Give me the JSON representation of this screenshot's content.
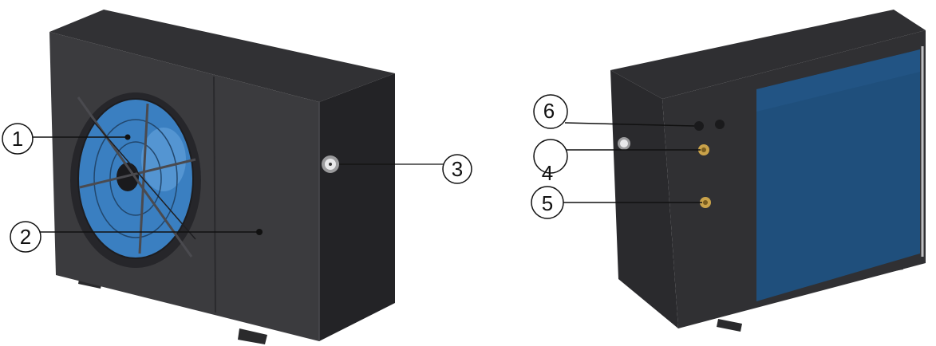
{
  "colors": {
    "background": "#ffffff",
    "casing_front": "#3a3a3d",
    "casing_side": "#2b2b2e",
    "casing_top": "#303033",
    "fan_blue": "#3a7fc1",
    "coil_blue": "#1f4f7c",
    "leader_line": "#111111",
    "fitting_brass": "#c9a24a"
  },
  "units": [
    {
      "name": "front-view",
      "label": ""
    },
    {
      "name": "rear-view",
      "label": ""
    }
  ],
  "callouts": [
    {
      "id": "c1",
      "number": "1",
      "target": "fan"
    },
    {
      "id": "c2",
      "number": "2",
      "target": "front-panel"
    },
    {
      "id": "c3",
      "number": "3",
      "target": "pressure-gauge"
    },
    {
      "id": "c4",
      "number": "4",
      "target": "water-inlet"
    },
    {
      "id": "c5",
      "number": "5",
      "target": "water-outlet"
    },
    {
      "id": "c6",
      "number": "6",
      "target": "cable-entry"
    }
  ]
}
